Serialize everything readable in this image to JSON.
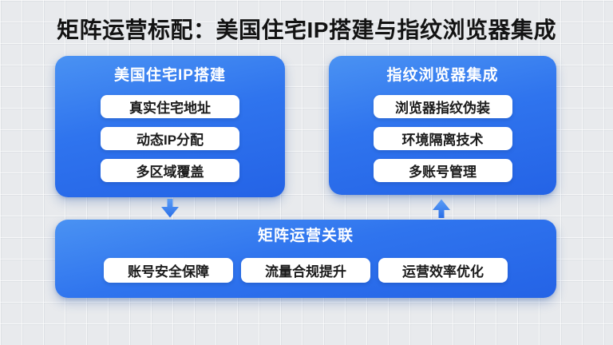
{
  "title": "矩阵运营标配：美国住宅IP搭建与指纹浏览器集成",
  "boxes": {
    "left": {
      "header": "美国住宅IP搭建",
      "items": [
        "真实住宅地址",
        "动态IP分配",
        "多区域覆盖"
      ]
    },
    "right": {
      "header": "指纹浏览器集成",
      "items": [
        "浏览器指纹伪装",
        "环境隔离技术",
        "多账号管理"
      ]
    },
    "bottom": {
      "header": "矩阵运营关联",
      "items": [
        "账号安全保障",
        "流量合规提升",
        "运营效率优化"
      ]
    }
  },
  "arrows": [
    {
      "name": "arrow-down",
      "direction": "down",
      "from": "left-box",
      "to": "bottom-box"
    },
    {
      "name": "arrow-up",
      "direction": "up",
      "from": "bottom-box",
      "to": "right-box"
    }
  ],
  "colors": {
    "box_blue_top": "#4a92f3",
    "box_blue_bottom": "#2463e6",
    "arrow_blue_light": "#5b9df6",
    "arrow_blue_dark": "#2a6fe8",
    "pill_background": "#ffffff",
    "pill_text": "#1b1b1b",
    "header_text": "#ffffff",
    "title_text": "#131313",
    "page_background": "#e8eaed"
  }
}
